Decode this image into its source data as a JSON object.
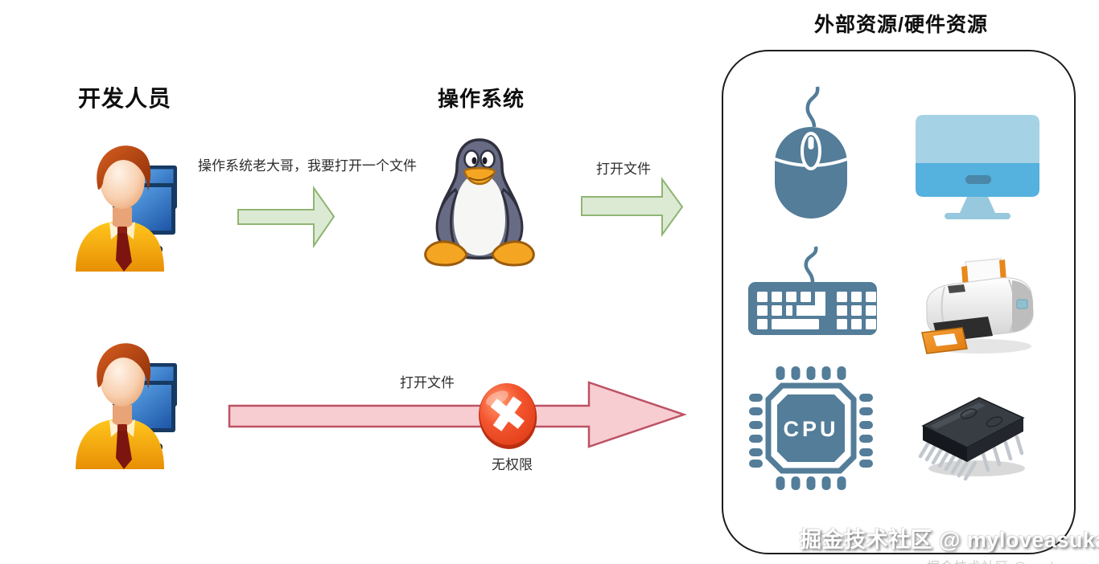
{
  "sections": {
    "developer": {
      "title": "开发人员"
    },
    "os": {
      "title": "操作系统"
    },
    "hardware": {
      "title": "外部资源/硬件资源",
      "cpu_label": "CPU"
    }
  },
  "flows": {
    "top": {
      "request_message": "操作系统老大哥，我要打开一个文件",
      "os_to_hw_label": "打开文件"
    },
    "bottom": {
      "request_label": "打开文件",
      "denied_label": "无权限"
    }
  },
  "watermark": {
    "text": "掘金技术社区 @ myloveasuka"
  },
  "icons": {
    "developer": "developer-with-monitors-icon",
    "os": "linux-tux-icon",
    "hardware_items": [
      "mouse-icon",
      "monitor-icon",
      "keyboard-icon",
      "printer-icon",
      "cpu-icon",
      "memory-chip-icon"
    ],
    "denied": "error-cross-icon",
    "arrows": [
      "green-arrow-icon",
      "green-arrow-icon",
      "red-arrow-icon"
    ]
  },
  "colors": {
    "arrow_green_fill": "#dcead4",
    "arrow_green_stroke": "#8fb573",
    "arrow_red_fill": "#f7cdd1",
    "arrow_red_stroke": "#bd5264",
    "icon_slate": "#537d99",
    "monitor_light": "#a6d2e6",
    "monitor_dark": "#55b1dd",
    "error_red": "#ef4b23",
    "box_border": "#1c1c1c"
  }
}
